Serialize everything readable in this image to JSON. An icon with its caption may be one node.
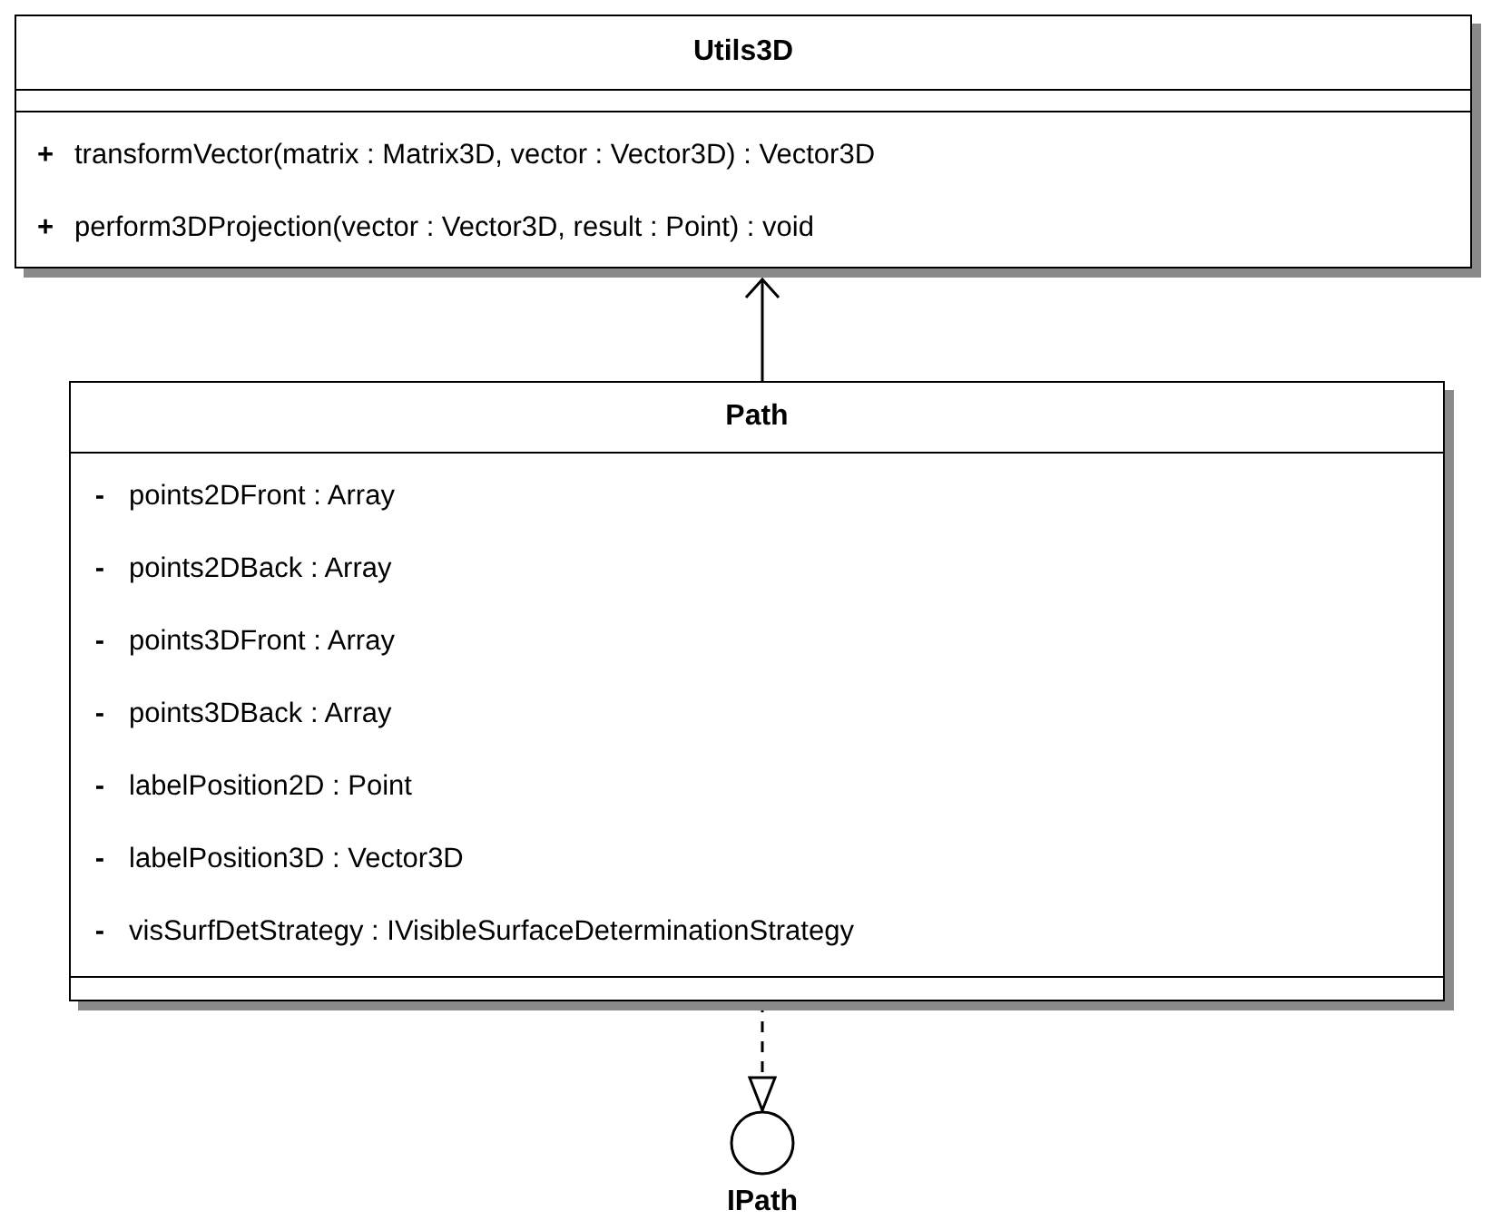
{
  "diagram": {
    "nodes": [
      {
        "text": [
          "Utils3D",
          "+",
          "transformVector(matrix : Matrix3D, vector : Vector3D) : Vector3D",
          "+",
          "perform3DProjection(vector : Vector3D, result : Point) : void"
        ]
      },
      {
        "text": [
          "Path",
          "-",
          "points2DFront : Array",
          "-",
          "points2DBack : Array",
          "-",
          "points3DFront : Array",
          "-",
          "points3DBack : Array",
          "-",
          "labelPosition2D : Point",
          "-",
          "labelPosition3D : Vector3D",
          "-",
          "visSurfDetStrategy : IVisibleSurfaceDeterminationStrategy"
        ]
      },
      {
        "text": [
          "IPath"
        ]
      }
    ],
    "edges": [
      {
        "from": 1,
        "to": 0,
        "arrow": "to"
      },
      {
        "from": 1,
        "to": 2,
        "arrow": "to",
        "style": "dashed"
      }
    ]
  }
}
